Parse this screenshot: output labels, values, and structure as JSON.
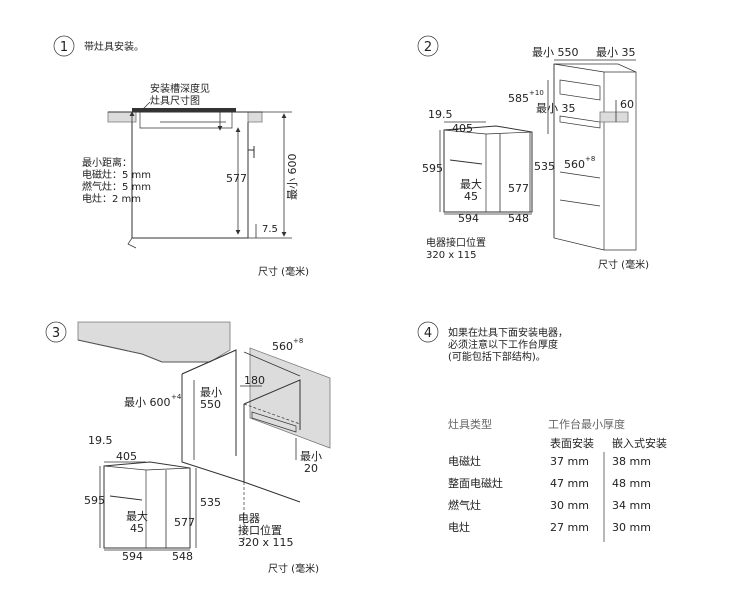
{
  "section1": {
    "number": "1",
    "title": "带灶具安装。",
    "note_line1": "安装槽深度见",
    "note_line2": "灶具尺寸图",
    "dist_title": "最小距离：",
    "dist_induction": "电磁灶：5 mm",
    "dist_gas": "燃气灶：5 mm",
    "dist_electric": "电灶：2 mm",
    "dim_577": "577",
    "dim_min600": "最小 600",
    "dim_7_5": "7.5",
    "unit": "尺寸 (毫米)"
  },
  "section2": {
    "number": "2",
    "min550": "最小 550",
    "min35_top": "最小 35",
    "dim_585": "585",
    "dim_585_sup": "+10",
    "min35_mid": "最小 35",
    "dim_60": "60",
    "dim_560": "560",
    "dim_560_sup": "+8",
    "dim_19_5": "19.5",
    "dim_405": "405",
    "dim_595": "595",
    "dim_535": "535",
    "max45_a": "最大",
    "max45_b": "45",
    "dim_577": "577",
    "dim_594": "594",
    "dim_548": "548",
    "conn_line1": "电器接口位置",
    "conn_line2": "320 x 115",
    "unit": "尺寸 (毫米)"
  },
  "section3": {
    "number": "3",
    "dim_560": "560",
    "dim_560_sup": "+8",
    "min600": "最小 600",
    "min600_sup": "+4",
    "min550_a": "最小",
    "min550_b": "550",
    "dim_180": "180",
    "min20_a": "最小",
    "min20_b": "20",
    "dim_19_5": "19.5",
    "dim_405": "405",
    "dim_595": "595",
    "dim_535": "535",
    "max45_a": "最大",
    "max45_b": "45",
    "dim_577": "577",
    "dim_594": "594",
    "dim_548": "548",
    "conn_line1": "电器",
    "conn_line2": "接口位置",
    "conn_line3": "320 x 115",
    "unit": "尺寸 (毫米)"
  },
  "section4": {
    "number": "4",
    "intro_line1": "如果在灶具下面安装电器，",
    "intro_line2": "必须注意以下工作台厚度",
    "intro_line3": "(可能包括下部结构)。",
    "table": {
      "col_type": "灶具类型",
      "col_min": "工作台最小厚度",
      "sub_surface": "表面安装",
      "sub_flush": "嵌入式安装",
      "rows": [
        {
          "type": "电磁灶",
          "surface": "37 mm",
          "flush": "38 mm"
        },
        {
          "type": "整面电磁灶",
          "surface": "47 mm",
          "flush": "48 mm"
        },
        {
          "type": "燃气灶",
          "surface": "30 mm",
          "flush": "34 mm"
        },
        {
          "type": "电灶",
          "surface": "27 mm",
          "flush": "30 mm"
        }
      ]
    }
  }
}
